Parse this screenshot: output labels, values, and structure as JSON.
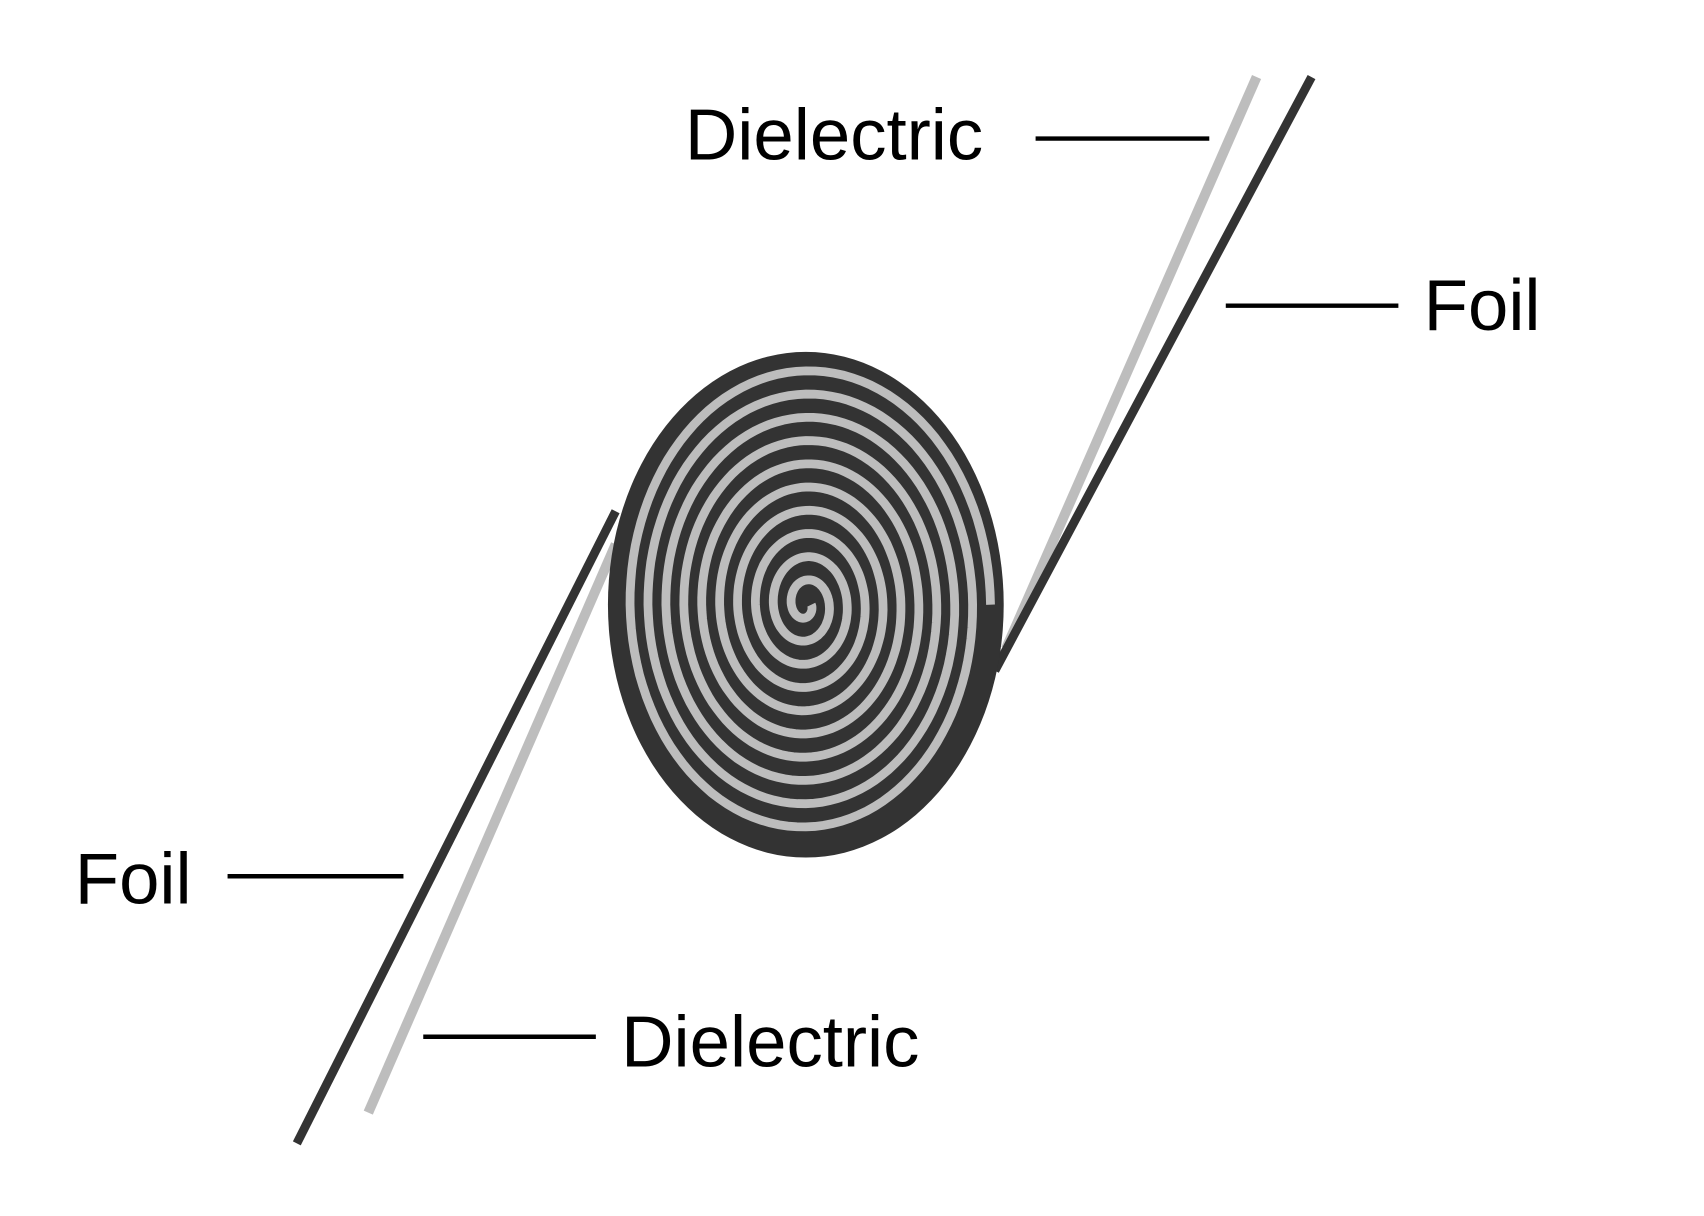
{
  "labels": {
    "dielectric_top": "Dielectric",
    "foil_right": "Foil",
    "foil_left": "Foil",
    "dielectric_bottom": "Dielectric"
  },
  "colors": {
    "foil": "#333333",
    "dielectric": "#bdbdbd",
    "text": "#000000"
  },
  "spiral_turns": 10
}
